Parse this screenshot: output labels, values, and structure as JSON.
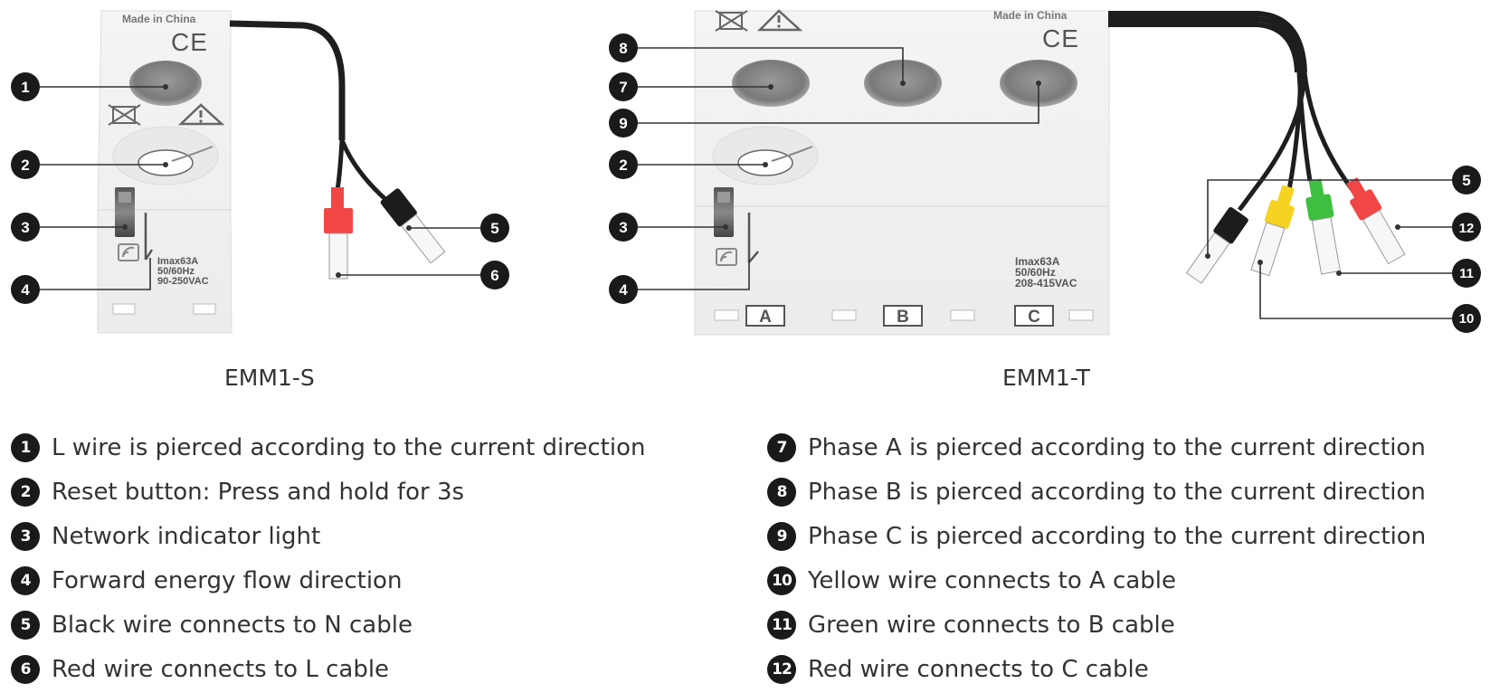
{
  "emm1s": {
    "caption": "EMM1-S",
    "made_in": "Made in China",
    "ce_mark": "CE",
    "rating": [
      "Imax63A",
      "50/60Hz",
      "90-250VAC"
    ]
  },
  "emm1t": {
    "caption": "EMM1-T",
    "made_in": "Made in China",
    "ce_mark": "CE",
    "rating": [
      "Imax63A",
      "50/60Hz",
      "208-415VAC"
    ],
    "phase_labels": [
      "A",
      "B",
      "C"
    ]
  },
  "callouts": {
    "s": [
      "1",
      "2",
      "3",
      "4",
      "5",
      "6"
    ],
    "t": [
      "8",
      "7",
      "9",
      "2",
      "3",
      "4",
      "5",
      "12",
      "11",
      "10"
    ]
  },
  "legend": {
    "left": [
      {
        "num": "1",
        "text": "L wire is pierced according to the current direction"
      },
      {
        "num": "2",
        "text": "Reset button: Press and hold for 3s"
      },
      {
        "num": "3",
        "text": "Network indicator light"
      },
      {
        "num": "4",
        "text": "Forward energy flow direction"
      },
      {
        "num": "5",
        "text": "Black wire connects to N cable"
      },
      {
        "num": "6",
        "text": "Red wire connects to L cable"
      }
    ],
    "right": [
      {
        "num": "7",
        "text": "Phase A  is pierced according to the current direction"
      },
      {
        "num": "8",
        "text": "Phase B  is pierced according to the current direction"
      },
      {
        "num": "9",
        "text": "Phase C  is pierced according to the current direction"
      },
      {
        "num": "10",
        "text": "Yellow wire connects to A cable"
      },
      {
        "num": "11",
        "text": "Green wire connects to B cable"
      },
      {
        "num": "12",
        "text": "Red wire connects to C cable"
      }
    ]
  },
  "colors": {
    "housing": "#f1f1f1",
    "housing_shade": "#e4e4e4",
    "badge": "#1a1a1a",
    "wire": "#1e1e1e",
    "red_clip": "#f04646",
    "black_clip": "#1c1c1c",
    "yellow_clip": "#f6d321",
    "green_clip": "#3fbf3f",
    "text": "#333333"
  }
}
